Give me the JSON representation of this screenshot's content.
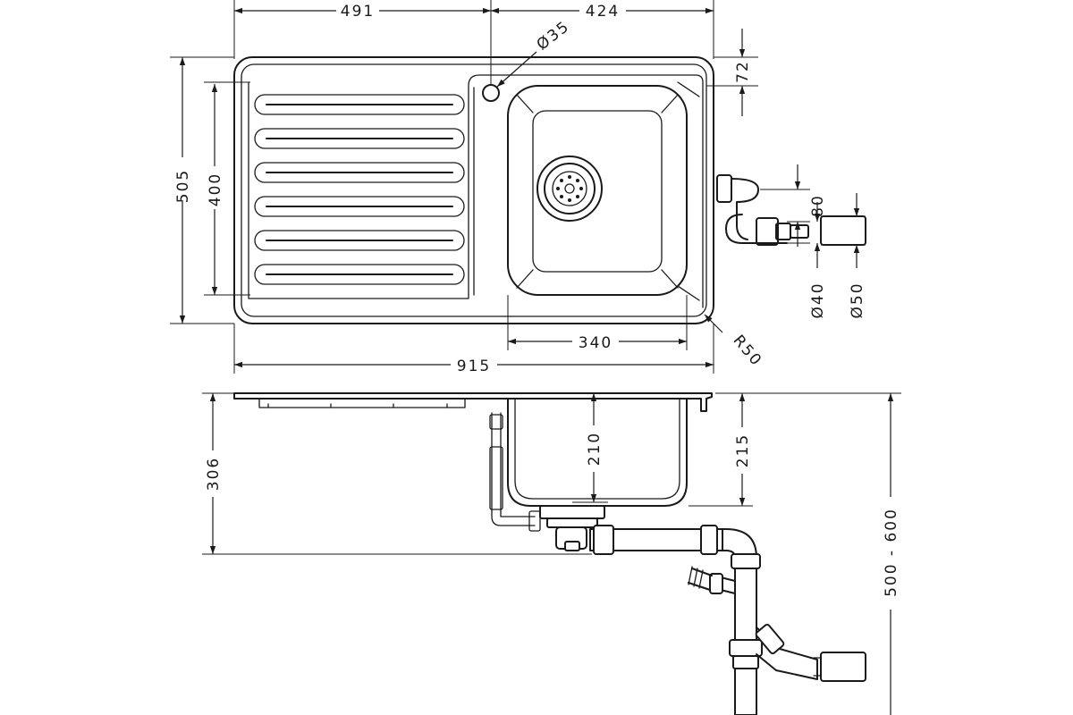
{
  "dimensions": {
    "drainer_length": "491",
    "bowl_offset": "424",
    "tap_hole": "Ø35",
    "rim_to_bowl": "72",
    "overall_depth": "505",
    "drainer_depth": "400",
    "overflow_height": "80",
    "outlet_40": "Ø40",
    "outlet_50": "Ø50",
    "bowl_width": "340",
    "corner_radius": "R50",
    "overall_width": "915",
    "installation_depth": "306",
    "bowl_depth_inner": "210",
    "bowl_depth_outer": "215",
    "waste_height": "500 - 600"
  }
}
